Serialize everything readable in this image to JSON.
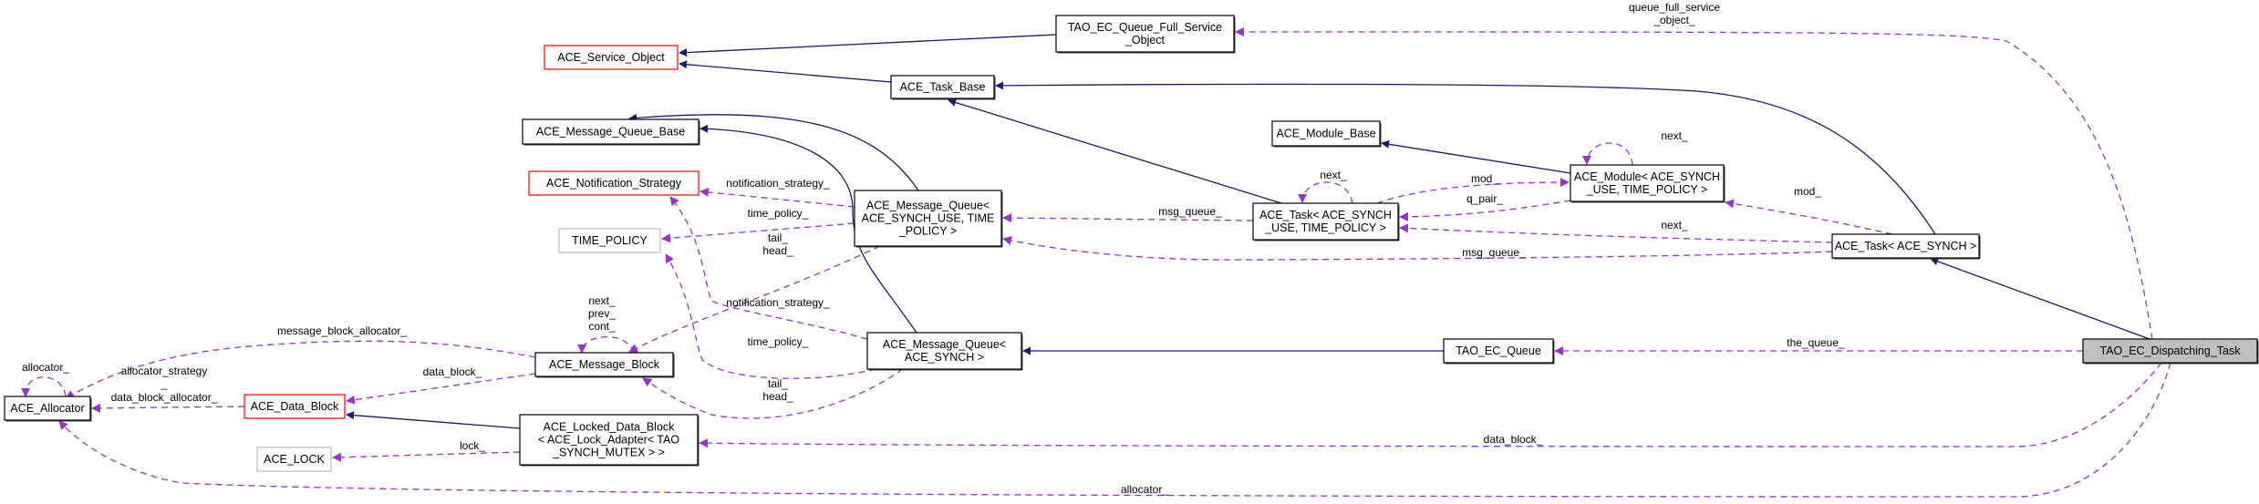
{
  "diagram": {
    "title": "Collaboration diagram for TAO_EC_Dispatching_Task",
    "colors": {
      "inheritance_edge": "#191970",
      "usage_edge": "#9a32cd",
      "node_border_default": "#000000",
      "node_border_incomplete": "#ff0000",
      "node_border_external": "#bfbfbf",
      "focus_node_fill": "#bfbfbf"
    },
    "nodes": [
      {
        "id": "service_object",
        "lines": [
          "ACE_Service_Object"
        ],
        "style": "incomplete"
      },
      {
        "id": "queue_full_service_object",
        "lines": [
          "TAO_EC_Queue_Full_Service",
          "_Object"
        ],
        "style": "default"
      },
      {
        "id": "task_base",
        "lines": [
          "ACE_Task_Base"
        ],
        "style": "default"
      },
      {
        "id": "message_queue_base",
        "lines": [
          "ACE_Message_Queue_Base"
        ],
        "style": "default"
      },
      {
        "id": "notification_strategy",
        "lines": [
          "ACE_Notification_Strategy"
        ],
        "style": "incomplete"
      },
      {
        "id": "time_policy",
        "lines": [
          "TIME_POLICY"
        ],
        "style": "external"
      },
      {
        "id": "message_queue_tp",
        "lines": [
          "ACE_Message_Queue<",
          "ACE_SYNCH_USE, TIME",
          "_POLICY >"
        ],
        "style": "default"
      },
      {
        "id": "module_base",
        "lines": [
          "ACE_Module_Base"
        ],
        "style": "default"
      },
      {
        "id": "module_tp",
        "lines": [
          "ACE_Module< ACE_SYNCH",
          "_USE, TIME_POLICY >"
        ],
        "style": "default"
      },
      {
        "id": "task_tp",
        "lines": [
          "ACE_Task< ACE_SYNCH",
          "_USE, TIME_POLICY >"
        ],
        "style": "default"
      },
      {
        "id": "task_synch",
        "lines": [
          "ACE_Task< ACE_SYNCH >"
        ],
        "style": "default"
      },
      {
        "id": "message_block",
        "lines": [
          "ACE_Message_Block"
        ],
        "style": "default"
      },
      {
        "id": "message_queue_synch",
        "lines": [
          "ACE_Message_Queue<",
          "ACE_SYNCH >"
        ],
        "style": "default"
      },
      {
        "id": "ec_queue",
        "lines": [
          "TAO_EC_Queue"
        ],
        "style": "default"
      },
      {
        "id": "dispatching_task",
        "lines": [
          "TAO_EC_Dispatching_Task"
        ],
        "style": "focus"
      },
      {
        "id": "allocator",
        "lines": [
          "ACE_Allocator"
        ],
        "style": "default"
      },
      {
        "id": "data_block",
        "lines": [
          "ACE_Data_Block"
        ],
        "style": "incomplete"
      },
      {
        "id": "ace_lock",
        "lines": [
          "ACE_LOCK"
        ],
        "style": "external"
      },
      {
        "id": "locked_data_block",
        "lines": [
          "ACE_Locked_Data_Block",
          "< ACE_Lock_Adapter< TAO",
          "_SYNCH_MUTEX > >"
        ],
        "style": "default"
      }
    ],
    "edges": [
      {
        "from": "queue_full_service_object",
        "to": "service_object",
        "kind": "inheritance",
        "labels": []
      },
      {
        "from": "task_base",
        "to": "service_object",
        "kind": "inheritance",
        "labels": []
      },
      {
        "from": "task_tp",
        "to": "task_base",
        "kind": "inheritance",
        "labels": []
      },
      {
        "from": "task_synch",
        "to": "task_base",
        "kind": "inheritance",
        "labels": []
      },
      {
        "from": "message_queue_tp",
        "to": "message_queue_base",
        "kind": "inheritance",
        "labels": []
      },
      {
        "from": "message_queue_synch",
        "to": "message_queue_base",
        "kind": "inheritance",
        "labels": []
      },
      {
        "from": "module_tp",
        "to": "module_base",
        "kind": "inheritance",
        "labels": []
      },
      {
        "from": "dispatching_task",
        "to": "task_synch",
        "kind": "inheritance",
        "labels": []
      },
      {
        "from": "ec_queue",
        "to": "message_queue_synch",
        "kind": "inheritance",
        "labels": []
      },
      {
        "from": "locked_data_block",
        "to": "data_block",
        "kind": "inheritance",
        "labels": []
      },
      {
        "from": "dispatching_task",
        "to": "queue_full_service_object",
        "kind": "usage",
        "labels": [
          "queue_full_service",
          "_object_"
        ]
      },
      {
        "from": "message_queue_tp",
        "to": "notification_strategy",
        "kind": "usage",
        "labels": [
          "notification_strategy_"
        ]
      },
      {
        "from": "message_queue_tp",
        "to": "time_policy",
        "kind": "usage",
        "labels": [
          "time_policy_"
        ]
      },
      {
        "from": "message_queue_tp",
        "to": "message_block",
        "kind": "usage",
        "labels": [
          "tail_",
          "head_"
        ]
      },
      {
        "from": "task_tp",
        "to": "message_queue_tp",
        "kind": "usage",
        "labels": [
          "msg_queue_"
        ]
      },
      {
        "from": "task_tp",
        "to": "task_tp",
        "kind": "usage",
        "labels": [
          "next_"
        ]
      },
      {
        "from": "task_tp",
        "to": "module_tp",
        "kind": "usage",
        "labels": [
          "mod_"
        ]
      },
      {
        "from": "module_tp",
        "to": "task_tp",
        "kind": "usage",
        "labels": [
          "q_pair_"
        ]
      },
      {
        "from": "module_tp",
        "to": "module_tp",
        "kind": "usage",
        "labels": [
          "next_"
        ]
      },
      {
        "from": "task_synch",
        "to": "module_tp",
        "kind": "usage",
        "labels": [
          "mod_"
        ]
      },
      {
        "from": "task_synch",
        "to": "task_tp",
        "kind": "usage",
        "labels": [
          "next_"
        ]
      },
      {
        "from": "task_synch",
        "to": "message_queue_tp",
        "kind": "usage",
        "labels": [
          "msg_queue_"
        ]
      },
      {
        "from": "message_queue_synch",
        "to": "notification_strategy",
        "kind": "usage",
        "labels": [
          "notification_strategy_"
        ]
      },
      {
        "from": "message_queue_synch",
        "to": "time_policy",
        "kind": "usage",
        "labels": [
          "time_policy_"
        ]
      },
      {
        "from": "message_queue_synch",
        "to": "message_block",
        "kind": "usage",
        "labels": [
          "tail_",
          "head_"
        ]
      },
      {
        "from": "message_block",
        "to": "message_block",
        "kind": "usage",
        "labels": [
          "next_",
          "prev_",
          "cont_"
        ]
      },
      {
        "from": "message_block",
        "to": "allocator",
        "kind": "usage",
        "labels": [
          "message_block_allocator_"
        ]
      },
      {
        "from": "message_block",
        "to": "data_block",
        "kind": "usage",
        "labels": [
          "data_block_"
        ]
      },
      {
        "from": "data_block",
        "to": "allocator",
        "kind": "usage",
        "labels": [
          "allocator_strategy",
          "_",
          "data_block_allocator_"
        ]
      },
      {
        "from": "allocator",
        "to": "allocator",
        "kind": "usage",
        "labels": [
          "allocator_"
        ]
      },
      {
        "from": "locked_data_block",
        "to": "ace_lock",
        "kind": "usage",
        "labels": [
          "lock_"
        ]
      },
      {
        "from": "dispatching_task",
        "to": "ec_queue",
        "kind": "usage",
        "labels": [
          "the_queue_"
        ]
      },
      {
        "from": "dispatching_task",
        "to": "locked_data_block",
        "kind": "usage",
        "labels": [
          "data_block_"
        ]
      },
      {
        "from": "dispatching_task",
        "to": "allocator",
        "kind": "usage",
        "labels": [
          "allocator_"
        ]
      }
    ]
  }
}
